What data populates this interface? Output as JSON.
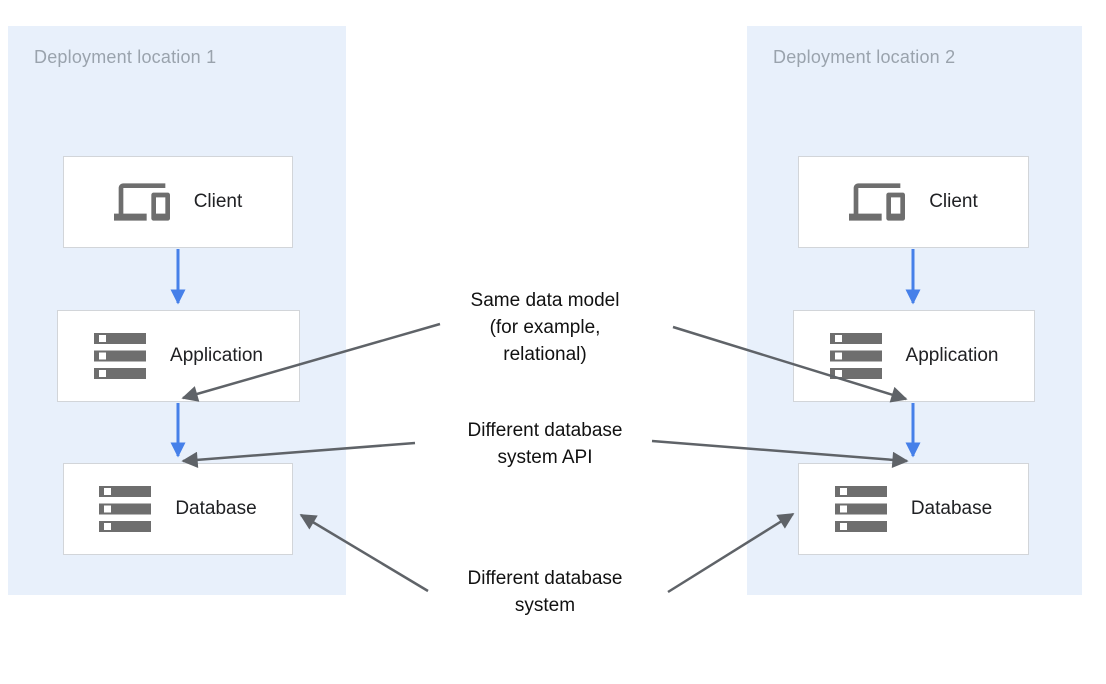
{
  "regions": [
    {
      "title": "Deployment location 1",
      "nodes": [
        {
          "label": "Client",
          "icon": "devices-icon"
        },
        {
          "label": "Application",
          "icon": "storage-icon"
        },
        {
          "label": "Database",
          "icon": "storage-icon"
        }
      ]
    },
    {
      "title": "Deployment location 2",
      "nodes": [
        {
          "label": "Client",
          "icon": "devices-icon"
        },
        {
          "label": "Application",
          "icon": "storage-icon"
        },
        {
          "label": "Database",
          "icon": "storage-icon"
        }
      ]
    }
  ],
  "annotations": [
    {
      "text": "Same data model\n(for example,\nrelational)"
    },
    {
      "text": "Different database\nsystem API"
    },
    {
      "text": "Different database\nsystem"
    }
  ],
  "colors": {
    "region_bg": "#E8F0FB",
    "region_title": "#9AA3AD",
    "node_border": "#D2D5D9",
    "node_bg": "#FFFFFF",
    "icon_gray": "#6E6E6E",
    "flow_arrow_blue": "#4680E9",
    "annotation_arrow_gray": "#5F6368",
    "text_dark": "#202124"
  }
}
